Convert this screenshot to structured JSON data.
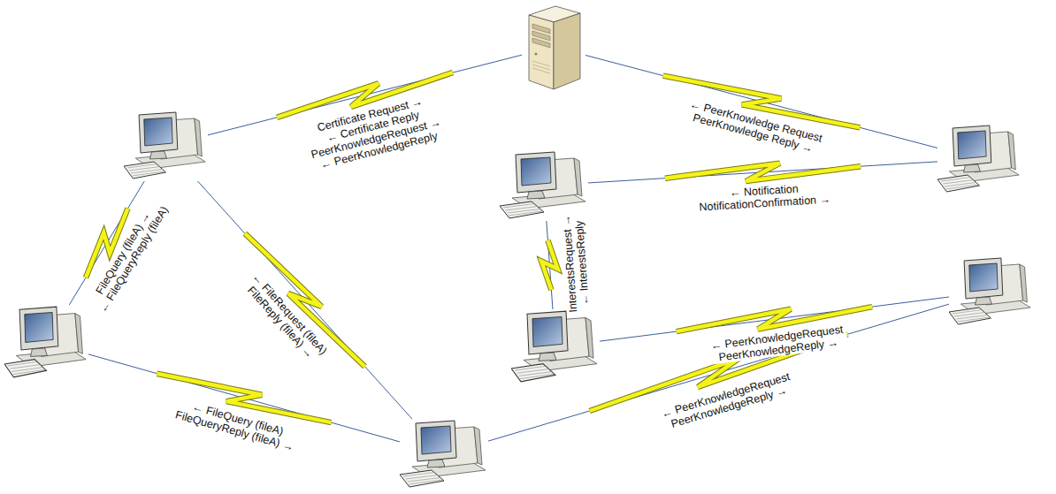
{
  "diagram": {
    "nodes": [
      {
        "text": []
      },
      {
        "text": []
      },
      {
        "text": []
      },
      {
        "text": []
      },
      {
        "text": []
      },
      {
        "text": []
      },
      {
        "text": []
      },
      {
        "text": []
      }
    ],
    "edges": [
      {
        "from": 1,
        "to": 0,
        "arrow": "none",
        "label": "Certificate Request → ← Certificate Reply PeerKnowledgeRequest → ← PeerKnowledgeReply"
      },
      {
        "from": 0,
        "to": 2,
        "arrow": "none",
        "label": "← PeerKnowledge Request PeerKnowledge Reply →"
      },
      {
        "from": 3,
        "to": 2,
        "arrow": "none",
        "label": "← Notification NotificationConfirmation →"
      },
      {
        "from": 4,
        "to": 1,
        "arrow": "none",
        "label": "FileQuery (fileA) → ← FileQueryReply (fileA)"
      },
      {
        "from": 1,
        "to": 7,
        "arrow": "none",
        "label": "← FileRequest (fileA) FileReply (fileA) →"
      },
      {
        "from": 4,
        "to": 7,
        "arrow": "none",
        "label": "← FileQuery (fileA) FileQueryReply (fileA) →"
      },
      {
        "from": 5,
        "to": 3,
        "arrow": "none",
        "label": "InterestsRequest → ← InterestsReply"
      },
      {
        "from": 5,
        "to": 6,
        "arrow": "none",
        "label": "← PeerKnowledgeRequest PeerKnowledgeReply →"
      },
      {
        "from": 7,
        "to": 6,
        "arrow": "none",
        "label": "← PeerKnowledgeRequest PeerKnowledgeReply →"
      }
    ]
  }
}
